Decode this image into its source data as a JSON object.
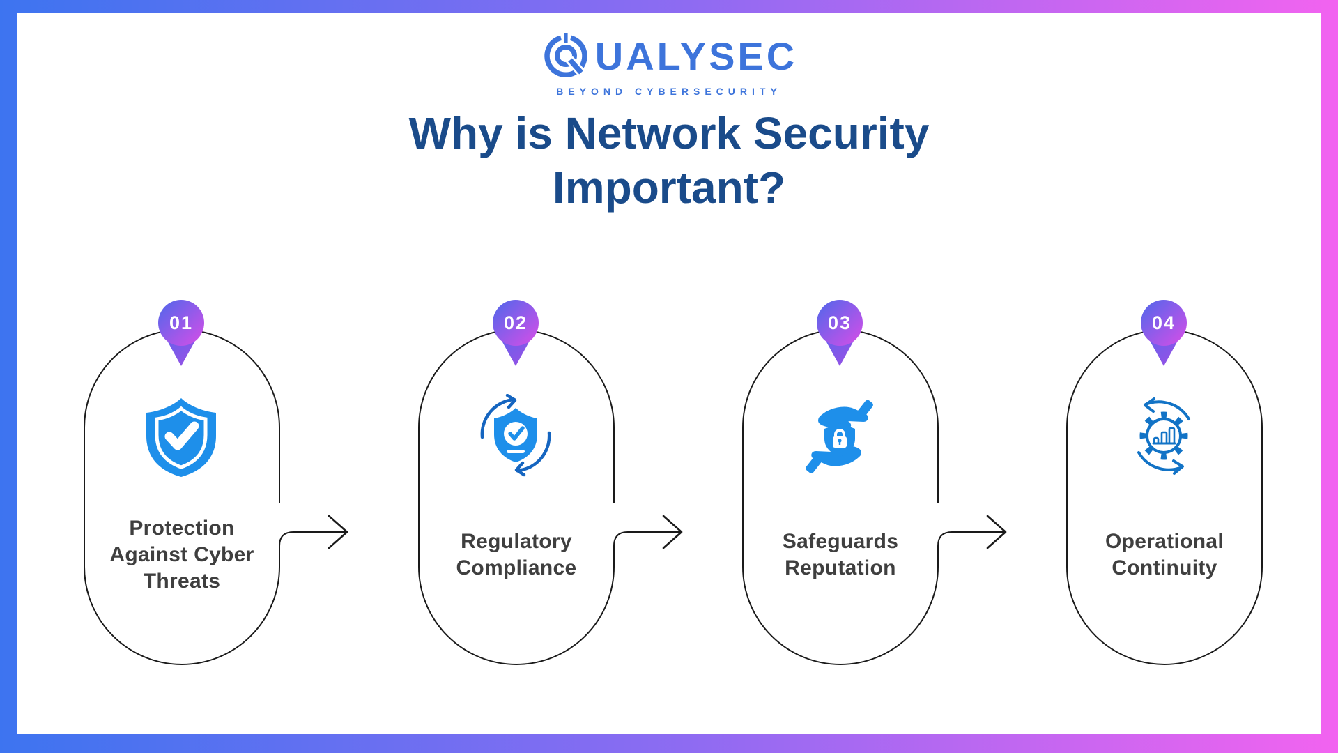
{
  "frame": {
    "gradient": [
      "#3D74F0",
      "#8F6BF2",
      "#F263F0"
    ],
    "background": "#FFFFFF"
  },
  "logo": {
    "brand": "QUALYSEC",
    "tagline": "BEYOND CYBERSECURITY",
    "color": "#3D74DB",
    "q_glyph": "stylized-q-reticle-icon"
  },
  "title": {
    "line1": "Why is Network Security",
    "line2": "Important?",
    "color": "#1A4B8A"
  },
  "steps": [
    {
      "number": "01",
      "label": "Protection\nAgainst Cyber\nThreats",
      "icon": "shield-check-icon",
      "has_connector_arrow": true
    },
    {
      "number": "02",
      "label": "Regulatory\nCompliance",
      "icon": "shield-compliance-refresh-icon",
      "has_connector_arrow": true
    },
    {
      "number": "03",
      "label": "Safeguards\nReputation",
      "icon": "hands-protect-lock-icon",
      "has_connector_arrow": true
    },
    {
      "number": "04",
      "label": "Operational\nContinuity",
      "icon": "gear-chart-cycle-icon",
      "has_connector_arrow": false
    }
  ],
  "colors": {
    "badge_gradient_start": "#5566EB",
    "badge_gradient_end": "#D14FE8",
    "pointer_gradient_start": "#6A60EC",
    "pointer_gradient_end": "#9C4FE4",
    "icon_blue": "#1E8FEA",
    "icon_dark_blue": "#1565C0",
    "outline": "#1A1A1A",
    "label_text": "#3F3F3F"
  }
}
